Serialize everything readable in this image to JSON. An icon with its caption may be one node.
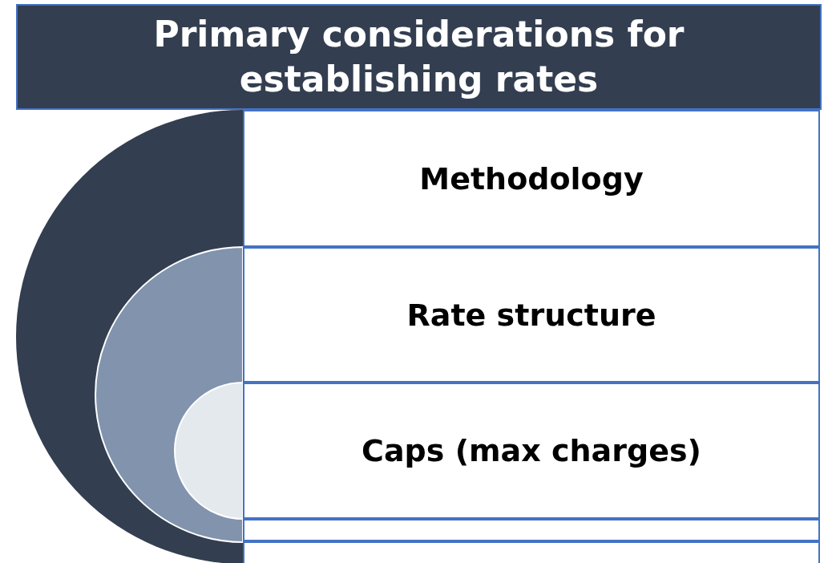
{
  "diagram": {
    "title": "Primary considerations for establishing rates",
    "nodes": [
      {
        "text": [
          "Methodology"
        ]
      },
      {
        "text": [
          "Rate structure"
        ]
      },
      {
        "text": [
          "Caps (max charges)"
        ]
      },
      {
        "text": [],
        "shape": "box"
      },
      {
        "text": [],
        "shape": "box"
      }
    ]
  }
}
